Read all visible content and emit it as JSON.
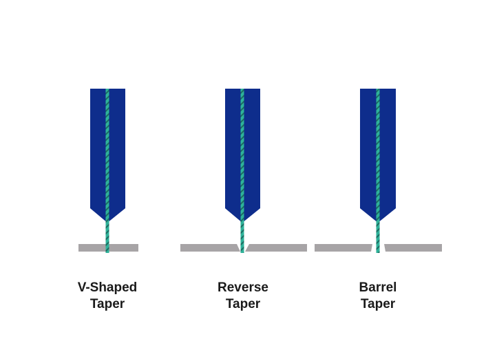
{
  "colors": {
    "nozzle_body": "#0e2d8c",
    "jet_stream": "#2fb39a",
    "jet_stripe": "#1b6e62",
    "material": "#a7a4a6",
    "caption_text": "#1a1a1a"
  },
  "icons": {
    "nozzle": "nozzle-icon",
    "jet": "water-jet-icon",
    "material": "material-plate-icon"
  },
  "panels": [
    {
      "key": "vshaped",
      "line1": "V-Shaped",
      "line2": "Taper"
    },
    {
      "key": "reverse",
      "line1": "Reverse",
      "line2": "Taper"
    },
    {
      "key": "barrel",
      "line1": "Barrel",
      "line2": "Taper"
    }
  ]
}
